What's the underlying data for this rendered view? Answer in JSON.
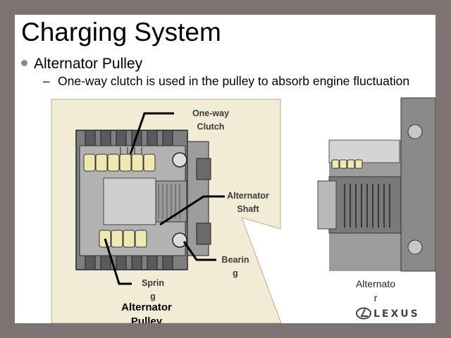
{
  "slide": {
    "title": "Charging System",
    "bullet1": "Alternator Pulley",
    "bullet2": "One-way clutch is used in the pulley to absorb engine fluctuation"
  },
  "figure": {
    "labels": {
      "one_way_clutch": "One-way\nClutch",
      "alternator_shaft": "Alternator\nShaft",
      "bearing": "Bearin\ng",
      "spring": "Sprin\ng"
    },
    "caption_pulley": "Alternator\nPulley",
    "caption_alternator": "Alternato\nr"
  },
  "brand": {
    "logo_text": "LEXUS",
    "colors": {
      "frame": "#7e7373",
      "panel": "#f2ecd6",
      "metal": "#8a8a8a",
      "roller": "#efe8b0"
    }
  }
}
